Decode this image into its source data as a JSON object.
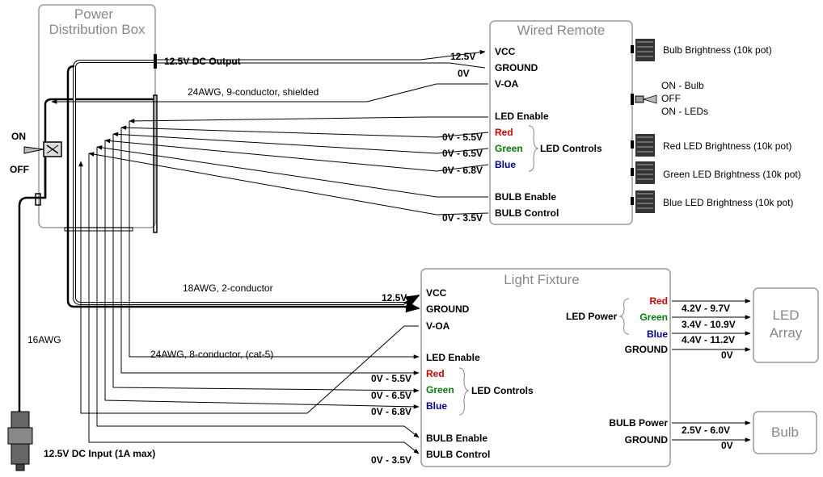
{
  "power_box": {
    "title_1": "Power",
    "title_2": "Distribution Box"
  },
  "switch": {
    "on": "ON",
    "off": "OFF"
  },
  "output_label": "12.5V DC Output",
  "input_label": "12.5V DC Input (1A max)",
  "cables": {
    "remote": "24AWG, 9-conductor, shielded",
    "power": "18AWG, 2-conductor",
    "fixture": "24AWG, 8-conductor, (cat-5)",
    "input": "16AWG"
  },
  "remote": {
    "title": "Wired Remote",
    "pins": {
      "vcc": "VCC",
      "ground": "GROUND",
      "voa": "V-OA",
      "led_enable": "LED Enable",
      "red": "Red",
      "green": "Green",
      "blue": "Blue",
      "led_controls": "LED Controls",
      "bulb_enable": "BULB Enable",
      "bulb_control": "BULB Control"
    },
    "wire_values": {
      "vcc": "12.5V",
      "ground": "0V",
      "red": "0V - 5.5V",
      "green": "0V - 6.5V",
      "blue": "0V - 6.8V",
      "bulb": "0V - 3.5V"
    },
    "controls": {
      "bulb_pot": "Bulb Brightness  (10k pot)",
      "switch_1": "ON - Bulb",
      "switch_2": "OFF",
      "switch_3": "ON - LEDs",
      "red_pot": "Red LED Brightness  (10k pot)",
      "green_pot": "Green LED Brightness  (10k pot)",
      "blue_pot": "Blue LED Brightness  (10k pot)"
    }
  },
  "fixture": {
    "title": "Light Fixture",
    "pins": {
      "vcc": "VCC",
      "ground": "GROUND",
      "voa": "V-OA",
      "led_enable": "LED Enable",
      "red": "Red",
      "green": "Green",
      "blue": "Blue",
      "led_controls": "LED Controls",
      "bulb_enable": "BULB Enable",
      "bulb_control": "BULB Control"
    },
    "wire_values": {
      "vcc": "12.5V",
      "red": "0V - 5.5V",
      "green": "0V - 6.5V",
      "blue": "0V - 6.8V",
      "bulb": "0V - 3.5V"
    },
    "outputs": {
      "red": "Red",
      "led_power": "LED Power",
      "green": "Green",
      "blue": "Blue",
      "ground": "GROUND",
      "bulb_power": "BULB Power",
      "bulb_ground": "GROUND"
    },
    "output_values": {
      "red": "4.2V - 9.7V",
      "green": "3.4V - 10.9V",
      "blue": "4.4V - 11.2V",
      "ground": "0V",
      "bulb": "2.5V - 6.0V",
      "bulb_ground": "0V"
    }
  },
  "led_array": {
    "line_1": "LED",
    "line_2": "Array"
  },
  "bulb": {
    "label": "Bulb"
  },
  "colors": {
    "red": "#dd0000",
    "green": "#008000",
    "blue": "#000099",
    "box_border": "#9a9a9a",
    "title_gray": "#888888"
  },
  "icons": [
    "toggle-switch-icon",
    "cigarette-plug-icon",
    "potentiometer-icon",
    "three-way-switch-icon",
    "arrow-icon"
  ]
}
